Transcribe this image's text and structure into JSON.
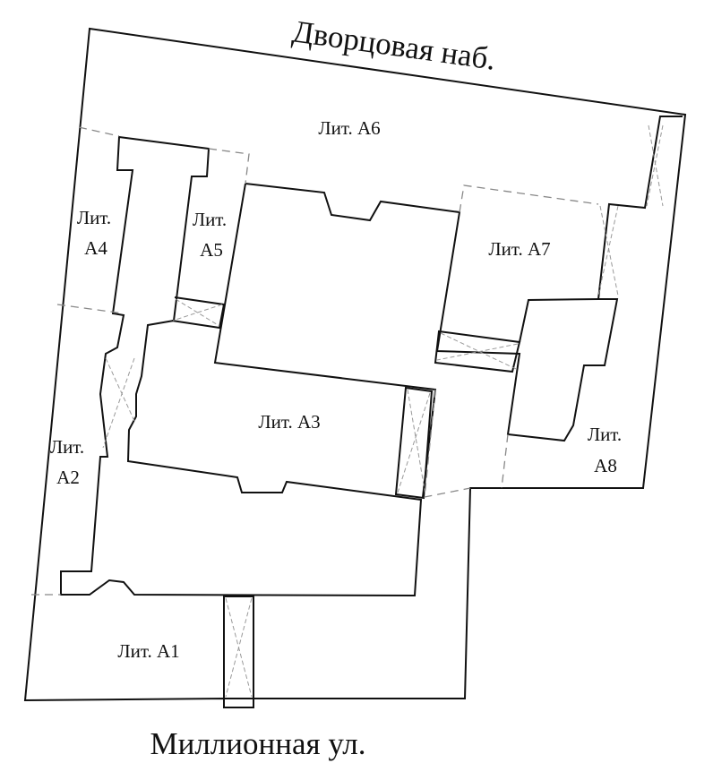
{
  "streets": {
    "top": "Дворцовая наб.",
    "bottom": "Миллионная ул."
  },
  "buildings": {
    "a1": "Лит. А1",
    "a2_line1": "Лит.",
    "a2_line2": "А2",
    "a3": "Лит. А3",
    "a4_line1": "Лит.",
    "a4_line2": "А4",
    "a5_line1": "Лит.",
    "a5_line2": "А5",
    "a6": "Лит. А6",
    "a7": "Лит. А7",
    "a8_line1": "Лит.",
    "a8_line2": "А8"
  }
}
